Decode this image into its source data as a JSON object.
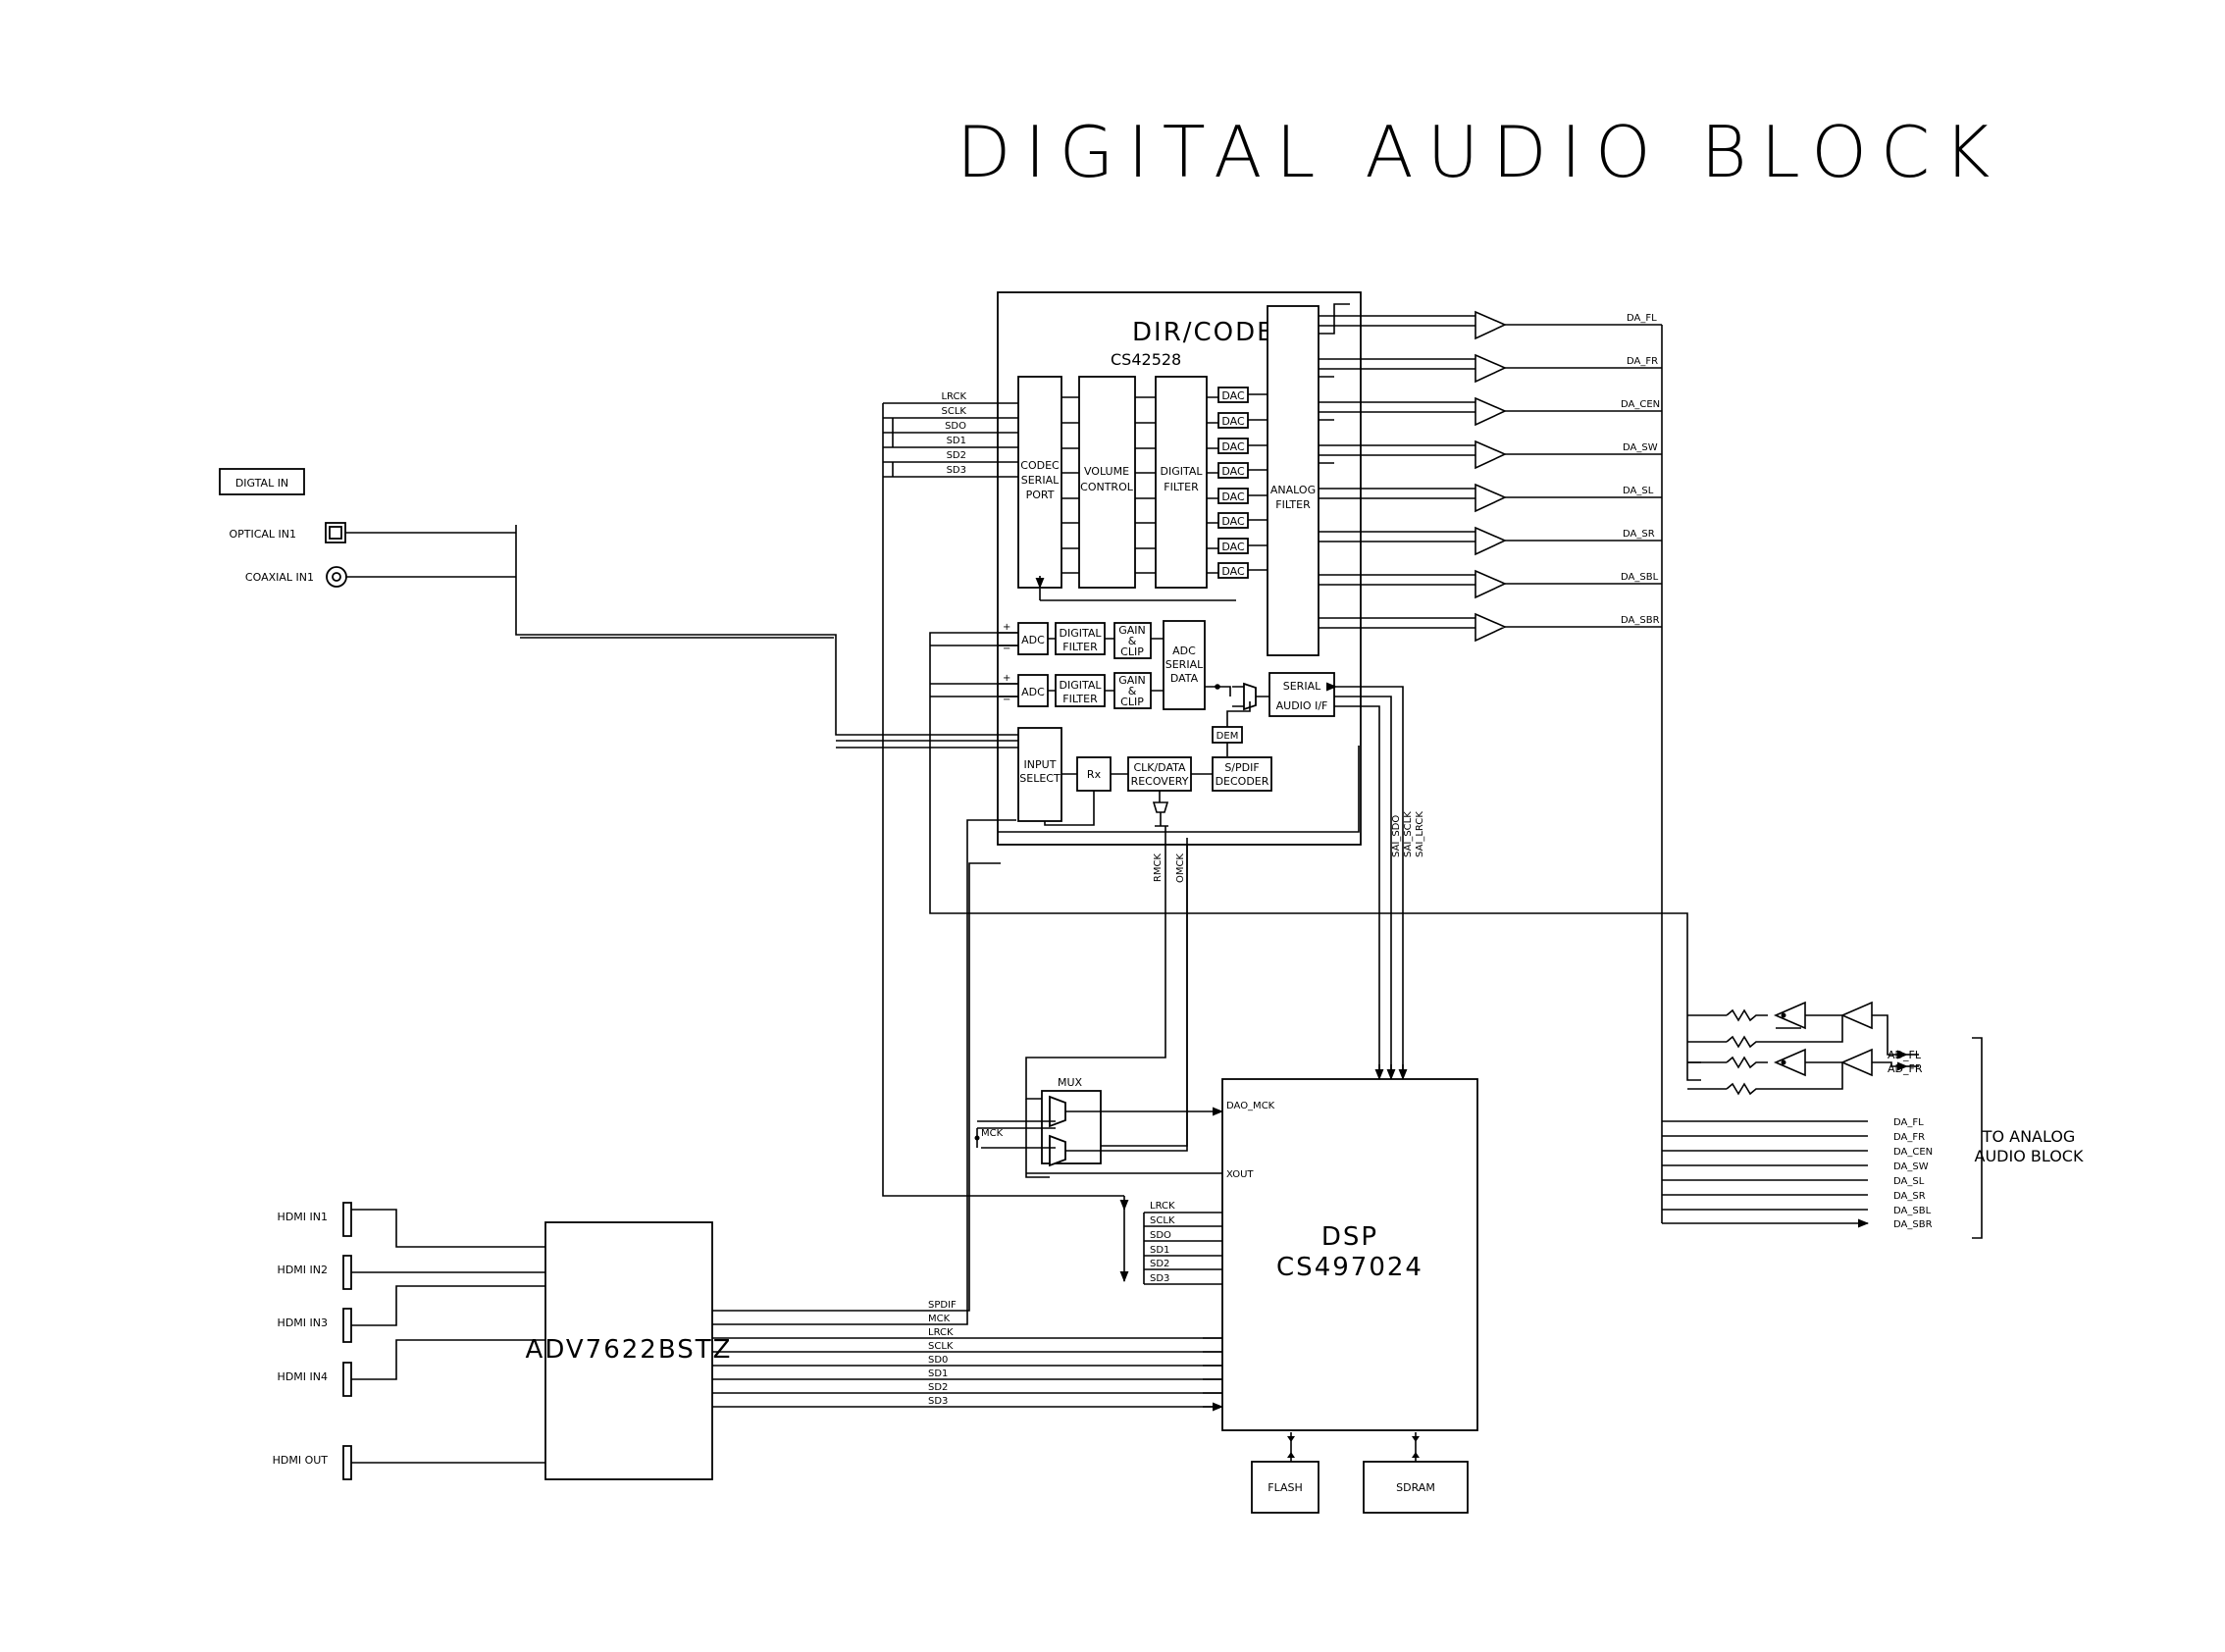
{
  "title": "DIGITAL AUDIO BLOCK",
  "codec": {
    "title": "DIR/CODEC",
    "part": "CS42528",
    "port_lines": [
      "CODEC",
      "SERIAL",
      "PORT"
    ],
    "volume_lines": [
      "VOLUME",
      "CONTROL"
    ],
    "dfilter_lines": [
      "DIGITAL",
      "FILTER"
    ],
    "dac": "DAC",
    "afilter_lines": [
      "ANALOG",
      "FILTER"
    ],
    "adc": "ADC",
    "gain_lines": [
      "GAIN",
      "&",
      "CLIP"
    ],
    "adcser_lines": [
      "ADC",
      "SERIAL",
      "DATA"
    ],
    "sai_lines": [
      "SERIAL",
      "AUDIO I/F"
    ],
    "dem": "DEM",
    "input_lines": [
      "INPUT",
      "SELECT"
    ],
    "rx": "Rx",
    "clk_lines": [
      "CLK/DATA",
      "RECOVERY"
    ],
    "spdif_lines": [
      "S/PDIF",
      "DECODER"
    ],
    "pins": [
      "LRCK",
      "SCLK",
      "SDO",
      "SD1",
      "SD2",
      "SD3"
    ],
    "rmck": "RMCK",
    "omck": "OMCK",
    "sai_pins": [
      "SAI_SDO",
      "SAI_SCLK",
      "SAI_LRCK"
    ]
  },
  "digital_in": {
    "label": "DIGTAL IN",
    "optical": "OPTICAL IN1",
    "coaxial": "COAXIAL IN1"
  },
  "outputs": [
    "DA_FL",
    "DA_FR",
    "DA_CEN",
    "DA_SW",
    "DA_SL",
    "DA_SR",
    "DA_SBL",
    "DA_SBR"
  ],
  "analog_in": [
    "AD_FL",
    "AD_FR"
  ],
  "to_analog": [
    "TO ANALOG",
    "AUDIO BLOCK"
  ],
  "dsp": {
    "name": "DSP",
    "part": "CS497024",
    "dao": "DAO_MCK",
    "xout": "XOUT",
    "pins": [
      "LRCK",
      "SCLK",
      "SDO",
      "SD1",
      "SD2",
      "SD3"
    ]
  },
  "mux": {
    "label": "MUX",
    "mck": "MCK"
  },
  "hdmi": {
    "chip": "ADV7622BSTZ",
    "inputs": [
      "HDMI IN1",
      "HDMI IN2",
      "HDMI IN3",
      "HDMI IN4"
    ],
    "output": "HDMI OUT",
    "signals": [
      "SPDIF",
      "MCK",
      "LRCK",
      "SCLK",
      "SD0",
      "SD1",
      "SD2",
      "SD3"
    ]
  },
  "flash": "FLASH",
  "sdram": "SDRAM"
}
